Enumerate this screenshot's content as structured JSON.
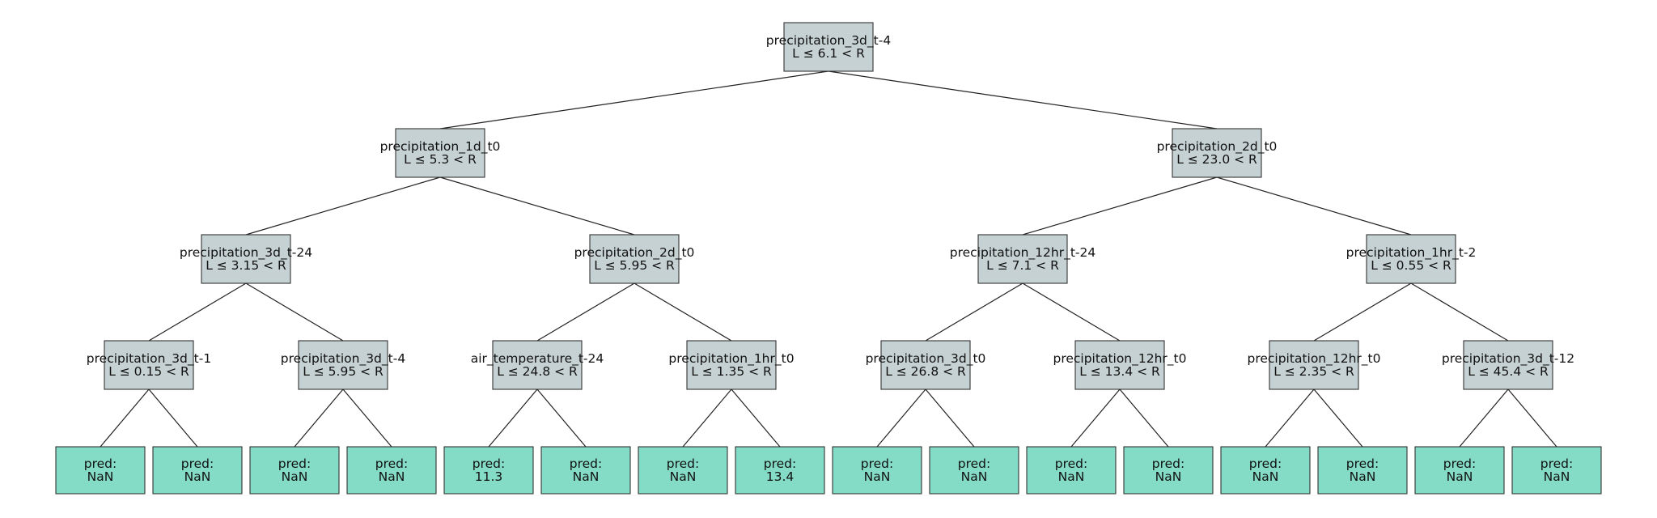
{
  "colors": {
    "split_fill": "#c6d1d3",
    "leaf_fill": "#85dcc6",
    "edge": "#222222"
  },
  "tree": {
    "feature": "precipitation_3d_t-4",
    "rule": "L ≤ 6.1 < R",
    "children": [
      {
        "feature": "precipitation_1d_t0",
        "rule": "L ≤ 5.3 < R",
        "children": [
          {
            "feature": "precipitation_3d_t-24",
            "rule": "L ≤ 3.15 < R",
            "children": [
              {
                "feature": "precipitation_3d_t-1",
                "rule": "L ≤ 0.15 < R",
                "children": [
                  {
                    "pred_label": "pred:",
                    "pred_value": "NaN"
                  },
                  {
                    "pred_label": "pred:",
                    "pred_value": "NaN"
                  }
                ]
              },
              {
                "feature": "precipitation_3d_t-4",
                "rule": "L ≤ 5.95 < R",
                "children": [
                  {
                    "pred_label": "pred:",
                    "pred_value": "NaN"
                  },
                  {
                    "pred_label": "pred:",
                    "pred_value": "NaN"
                  }
                ]
              }
            ]
          },
          {
            "feature": "precipitation_2d_t0",
            "rule": "L ≤ 5.95 < R",
            "children": [
              {
                "feature": "air_temperature_t-24",
                "rule": "L ≤ 24.8 < R",
                "children": [
                  {
                    "pred_label": "pred:",
                    "pred_value": "11.3"
                  },
                  {
                    "pred_label": "pred:",
                    "pred_value": "NaN"
                  }
                ]
              },
              {
                "feature": "precipitation_1hr_t0",
                "rule": "L ≤ 1.35 < R",
                "children": [
                  {
                    "pred_label": "pred:",
                    "pred_value": "NaN"
                  },
                  {
                    "pred_label": "pred:",
                    "pred_value": "13.4"
                  }
                ]
              }
            ]
          }
        ]
      },
      {
        "feature": "precipitation_2d_t0",
        "rule": "L ≤ 23.0 < R",
        "children": [
          {
            "feature": "precipitation_12hr_t-24",
            "rule": "L ≤ 7.1 < R",
            "children": [
              {
                "feature": "precipitation_3d_t0",
                "rule": "L ≤ 26.8 < R",
                "children": [
                  {
                    "pred_label": "pred:",
                    "pred_value": "NaN"
                  },
                  {
                    "pred_label": "pred:",
                    "pred_value": "NaN"
                  }
                ]
              },
              {
                "feature": "precipitation_12hr_t0",
                "rule": "L ≤ 13.4 < R",
                "children": [
                  {
                    "pred_label": "pred:",
                    "pred_value": "NaN"
                  },
                  {
                    "pred_label": "pred:",
                    "pred_value": "NaN"
                  }
                ]
              }
            ]
          },
          {
            "feature": "precipitation_1hr_t-2",
            "rule": "L ≤ 0.55 < R",
            "children": [
              {
                "feature": "precipitation_12hr_t0",
                "rule": "L ≤ 2.35 < R",
                "children": [
                  {
                    "pred_label": "pred:",
                    "pred_value": "NaN"
                  },
                  {
                    "pred_label": "pred:",
                    "pred_value": "NaN"
                  }
                ]
              },
              {
                "feature": "precipitation_3d_t-12",
                "rule": "L ≤ 45.4 < R",
                "children": [
                  {
                    "pred_label": "pred:",
                    "pred_value": "NaN"
                  },
                  {
                    "pred_label": "pred:",
                    "pred_value": "NaN"
                  }
                ]
              }
            ]
          }
        ]
      }
    ]
  }
}
